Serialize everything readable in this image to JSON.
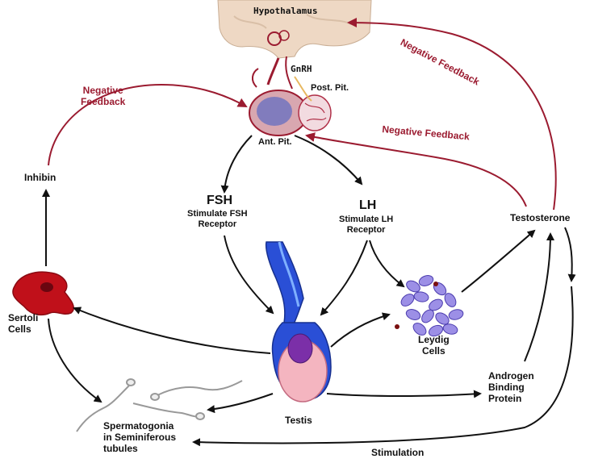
{
  "labels": {
    "hypothalamus": "Hypothalamus",
    "gnrh": "GnRH",
    "post_pit": "Post. Pit.",
    "ant_pit": "Ant. Pit.",
    "neg_feedback_left_1": "Negative",
    "neg_feedback_left_2": "Feedback",
    "neg_feedback_top": "Negative Feedback",
    "neg_feedback_mid": "Negative Feedback",
    "inhibin": "Inhibin",
    "fsh": "FSH",
    "fsh_sub_1": "Stimulate FSH",
    "fsh_sub_2": "Receptor",
    "lh": "LH",
    "lh_sub_1": "Stimulate LH",
    "lh_sub_2": "Receptor",
    "testosterone": "Testosterone",
    "sertoli_1": "Sertoli",
    "sertoli_2": "Cells",
    "leydig_1": "Leydig",
    "leydig_2": "Cells",
    "testis": "Testis",
    "abp_1": "Androgen",
    "abp_2": "Binding",
    "abp_3": "Protein",
    "spermatogonia_1": "Spermatogonia",
    "spermatogonia_2": "in Seminiferous",
    "spermatogonia_3": "tubules",
    "stimulation": "Stimulation"
  },
  "colors": {
    "feedback": "#9b1b30",
    "arrow": "#111111",
    "hypothalamus": "#eed8c4",
    "testis_blue": "#2a4fd6",
    "leydig": "#9c8fe6",
    "sertoli": "#c0101a"
  }
}
